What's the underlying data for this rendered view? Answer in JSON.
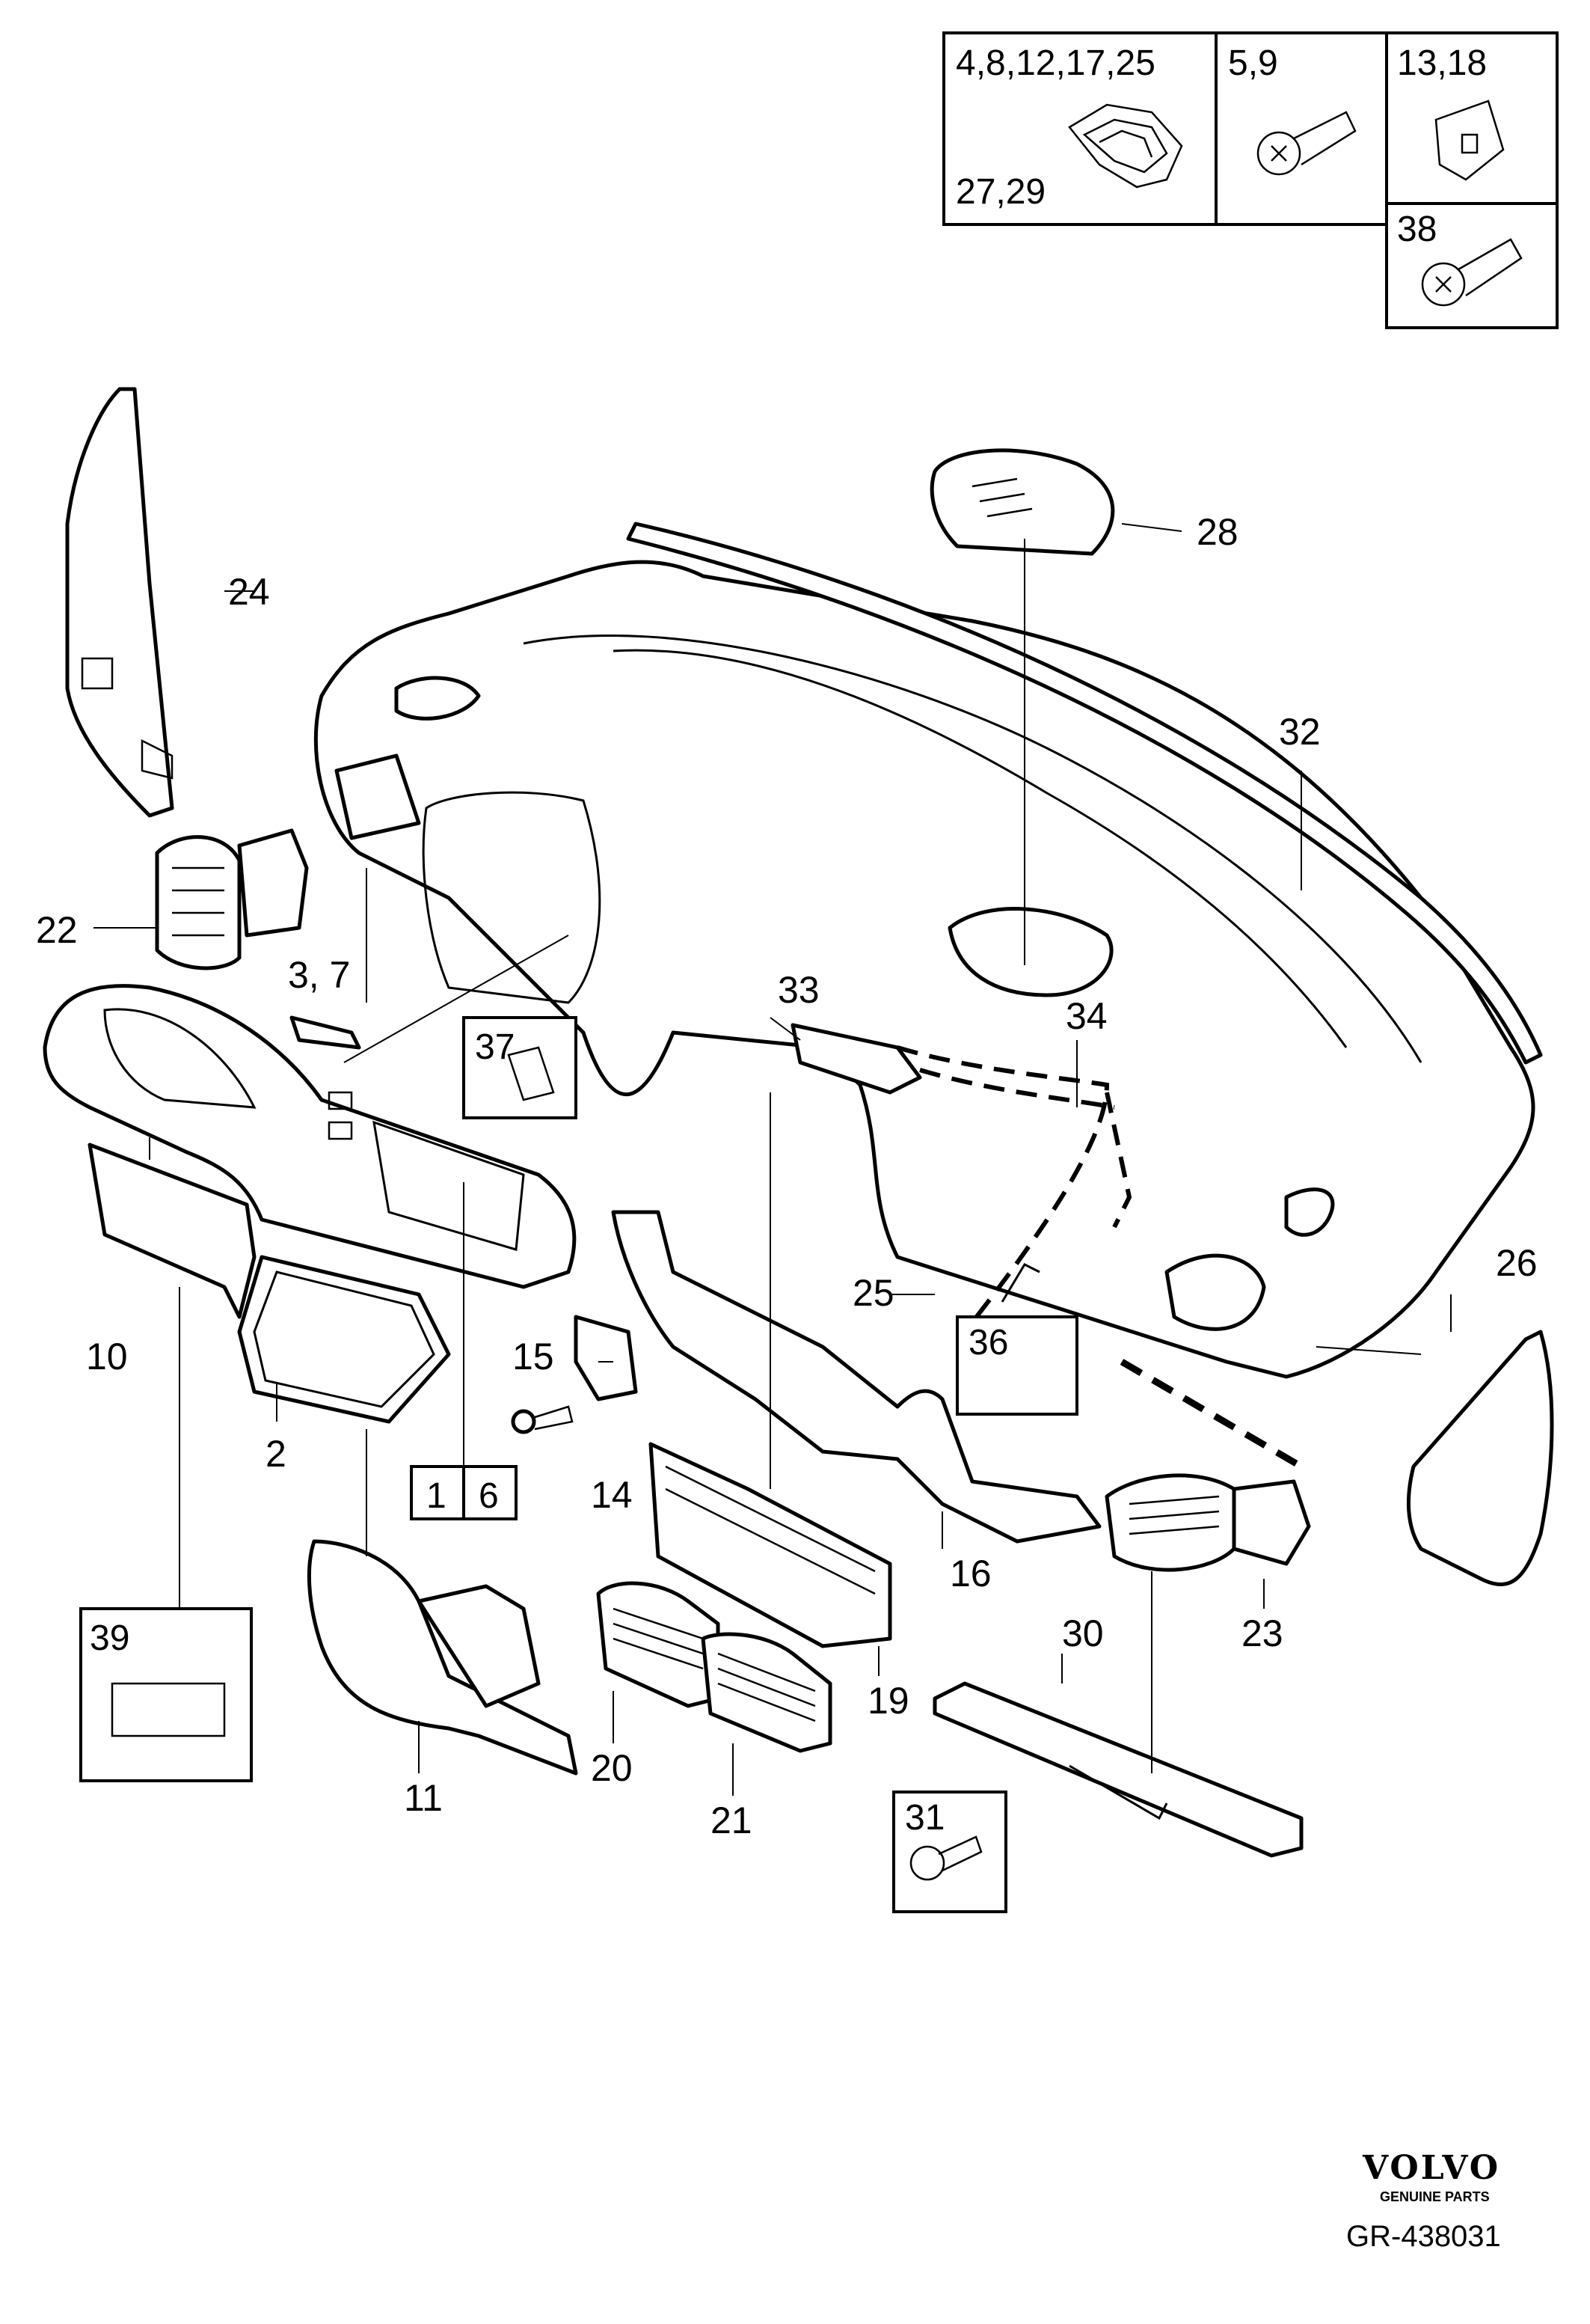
{
  "fastener_legend": {
    "clip_refs_top": "4,8,12,17,25",
    "clip_refs_bottom": "27,29",
    "screw_refs": "5,9",
    "nut_refs": "13,18",
    "screw_38_ref": "38"
  },
  "callouts": {
    "c1": "1",
    "c2": "2",
    "c3_7": "3, 7",
    "c6": "6",
    "c10": "10",
    "c11": "11",
    "c14": "14",
    "c15": "15",
    "c16": "16",
    "c19": "19",
    "c20": "20",
    "c21": "21",
    "c22": "22",
    "c23": "23",
    "c24": "24",
    "c25": "25",
    "c26": "26",
    "c28": "28",
    "c30": "30",
    "c31": "31",
    "c32": "32",
    "c33": "33",
    "c34": "34",
    "c36": "36",
    "c37": "37",
    "c39": "39"
  },
  "brand": {
    "logo": "VOLVO",
    "subtitle": "GENUINE PARTS",
    "drawing_number": "GR-438031"
  }
}
